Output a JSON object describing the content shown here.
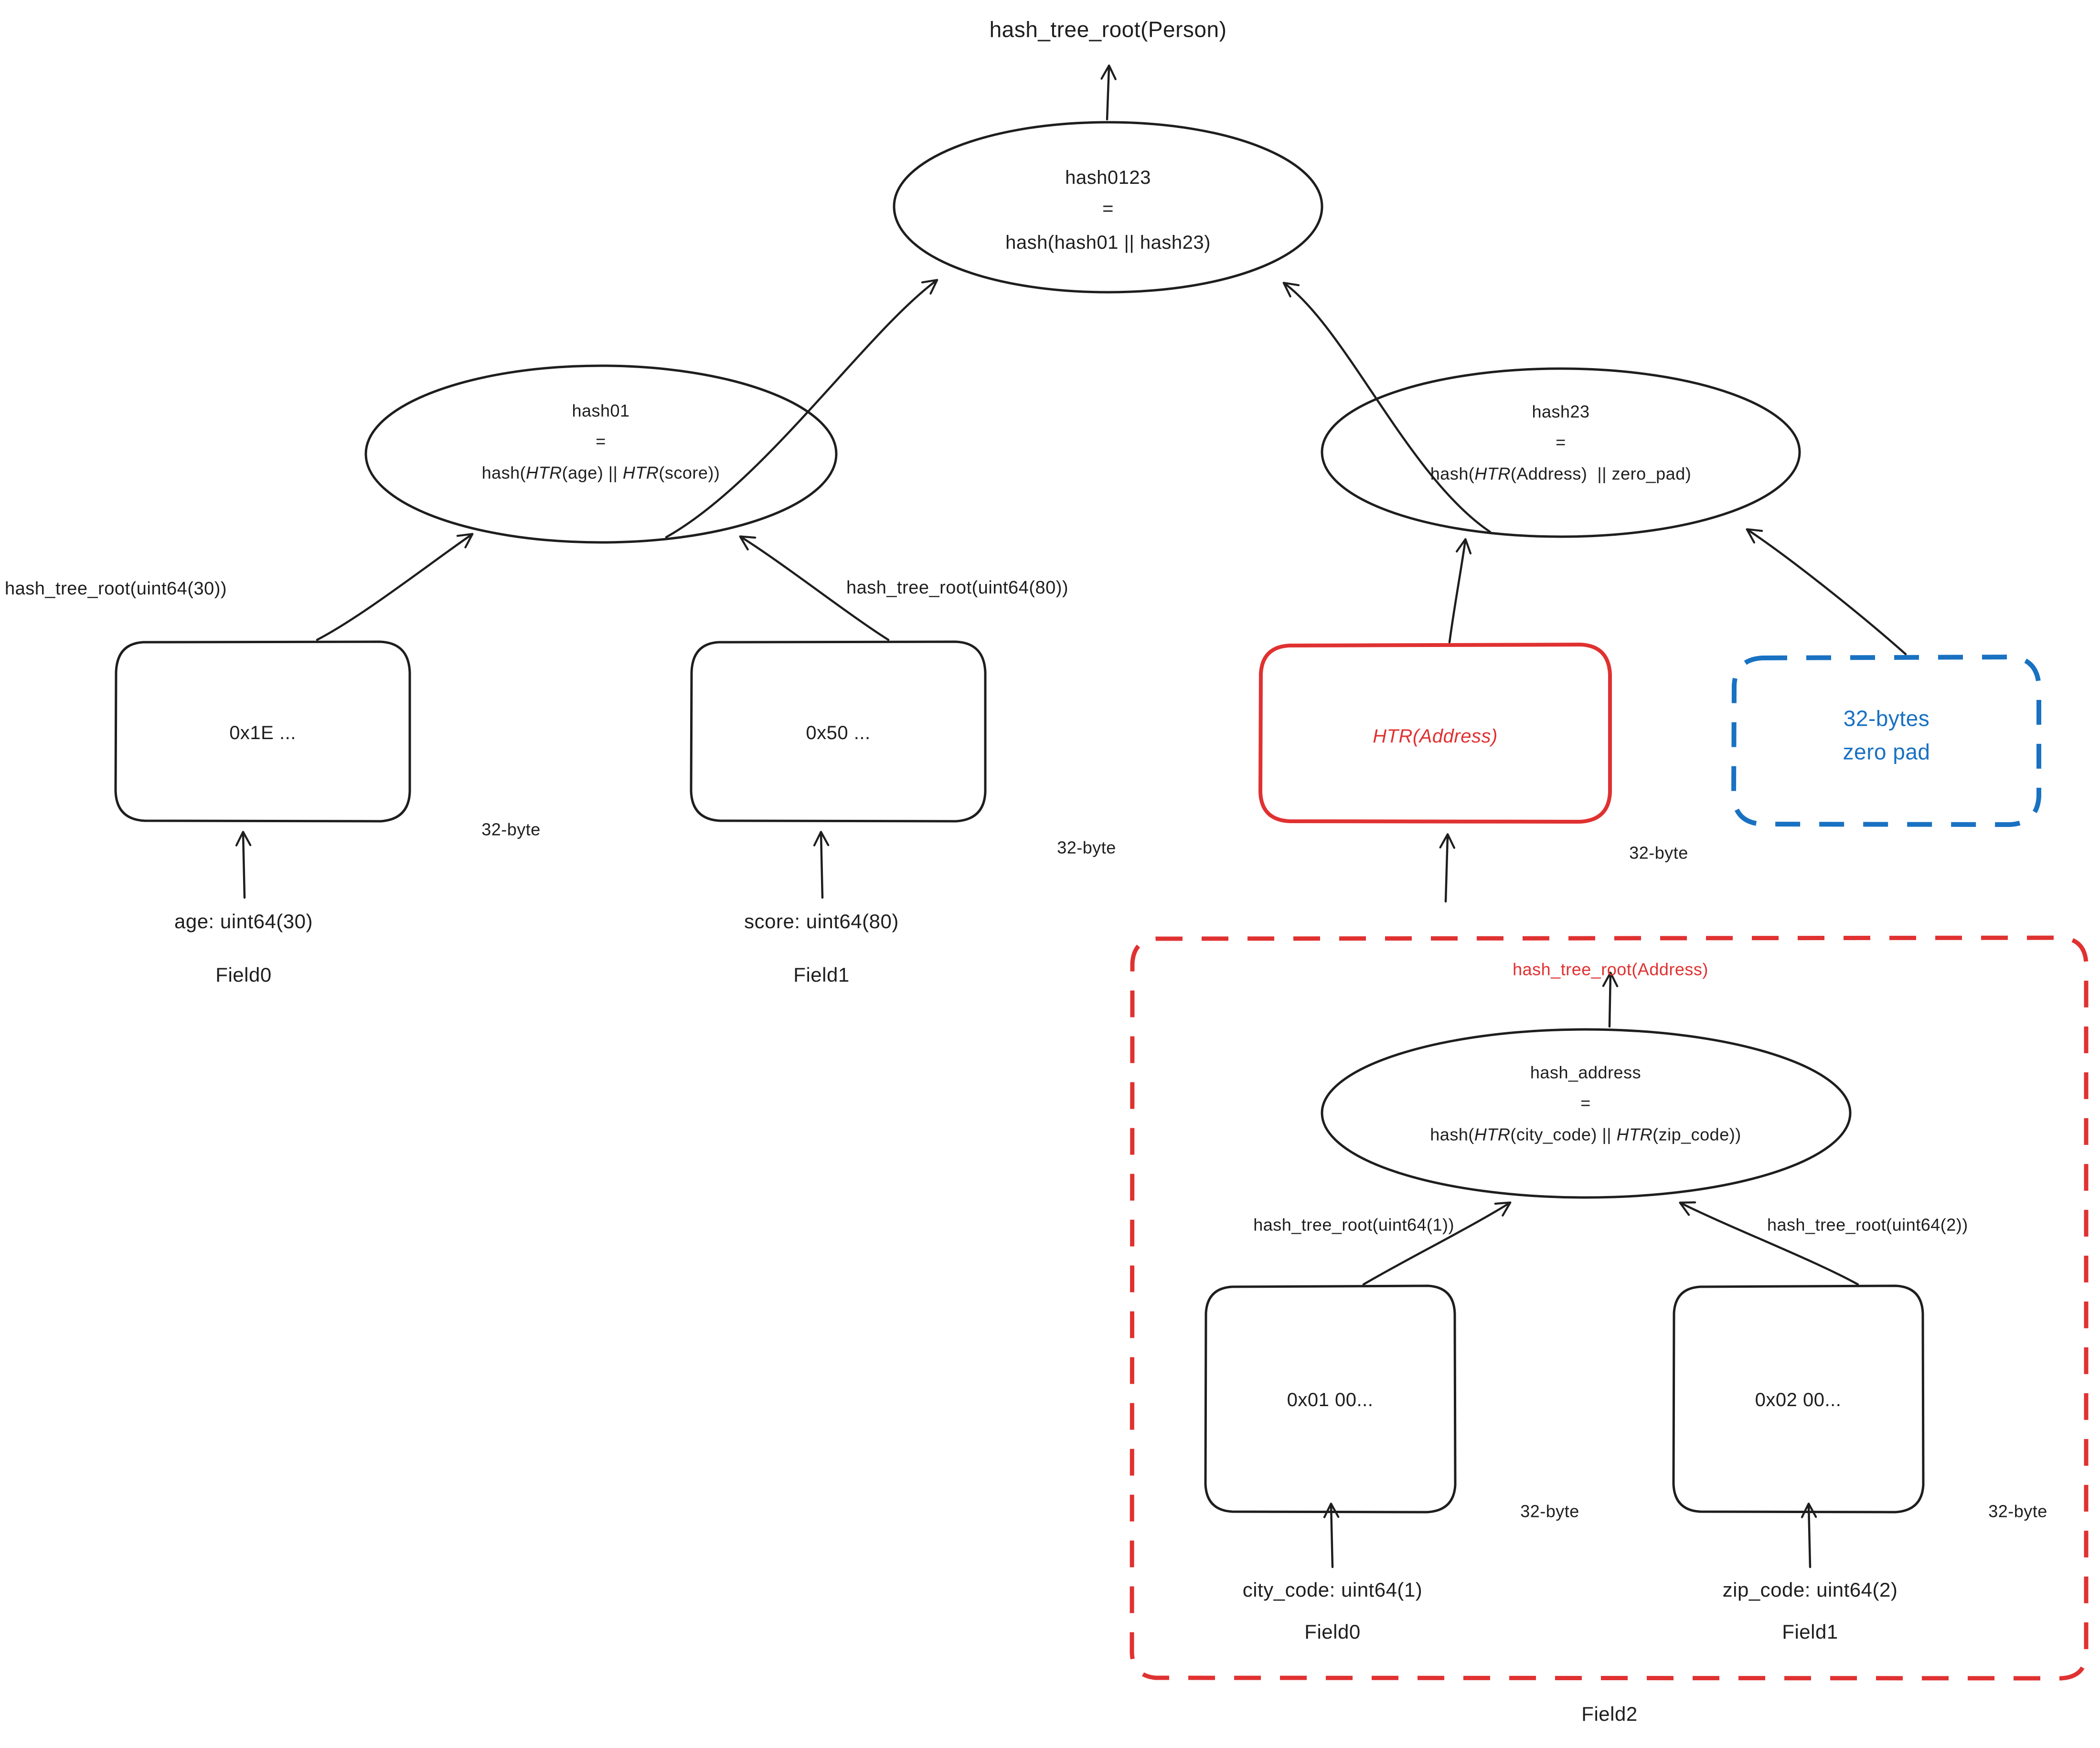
{
  "diagram": {
    "title": "hash_tree_root(Person)",
    "colors": {
      "ink": "#1e1e1e",
      "red": "#e03131",
      "blue": "#1971c2",
      "background": "#ffffff"
    }
  },
  "nodes": {
    "root_ellipse": {
      "line1": "hash0123",
      "line2": "=",
      "line3": "hash(hash01 || hash23)"
    },
    "hash01_ellipse": {
      "line1": "hash01",
      "line2": "=",
      "line3_pre": "hash(",
      "line3_htr1": "HTR",
      "line3_mid1": "(age) || ",
      "line3_htr2": "HTR",
      "line3_tail": "(score))"
    },
    "hash23_ellipse": {
      "line1": "hash23",
      "line2": "=",
      "line3_pre": "hash(",
      "line3_htr1": "HTR",
      "line3_tail": "(Address)  || zero_pad)"
    },
    "hash_address_ellipse": {
      "line1": "hash_address",
      "line2": "=",
      "line3_pre": "hash(",
      "line3_htr1": "HTR",
      "line3_mid1": "(city_code) || ",
      "line3_htr2": "HTR",
      "line3_tail": "(zip_code))"
    }
  },
  "leaves": {
    "age_box": {
      "value": "0x1E ...",
      "size_note": "32-byte"
    },
    "score_box": {
      "value": "0x50 ...",
      "size_note": "32-byte"
    },
    "htr_address_box": {
      "value": "HTR(Address)",
      "size_note": "32-byte"
    },
    "zero_pad_box": {
      "line1": "32-bytes",
      "line2": "zero pad"
    },
    "city_code_box": {
      "value": "0x01 00...",
      "size_note": "32-byte"
    },
    "zip_code_box": {
      "value": "0x02 00...",
      "size_note": "32-byte"
    }
  },
  "edge_labels": {
    "root_out": "hash_tree_root(Person)",
    "age_htr": "hash_tree_root(uint64(30))",
    "score_htr": "hash_tree_root(uint64(80))",
    "address_htr": "hash_tree_root(Address)",
    "city_code_htr": "hash_tree_root(uint64(1))",
    "zip_code_htr": "hash_tree_root(uint64(2))"
  },
  "field_labels": {
    "age_source": "age: uint64(30)",
    "age_field": "Field0",
    "score_source": "score: uint64(80)",
    "score_field": "Field1",
    "city_code_source": "city_code: uint64(1)",
    "city_code_field": "Field0",
    "zip_code_source": "zip_code: uint64(2)",
    "zip_code_field": "Field1",
    "address_group_field": "Field2"
  }
}
